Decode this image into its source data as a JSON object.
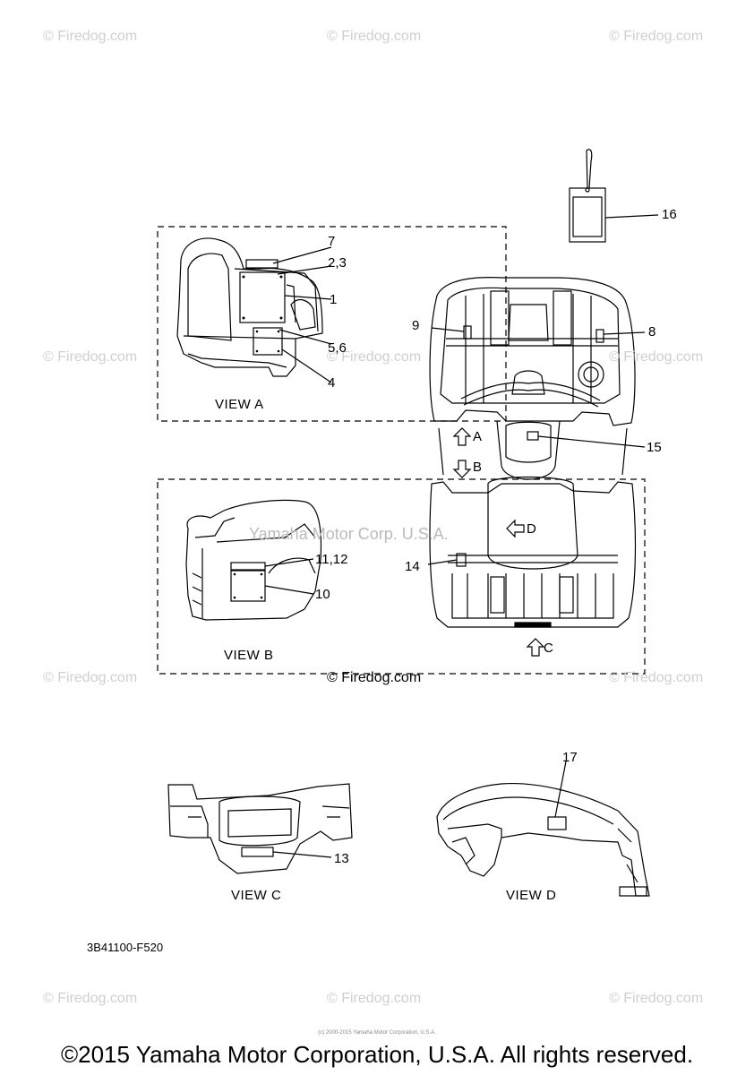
{
  "watermarks": {
    "firedog": "© Firedog.com",
    "yamaha_center": "Yamaha Motor Corp. U.S.A."
  },
  "callouts": {
    "c7": "7",
    "c23": "2,3",
    "c1": "1",
    "c56": "5,6",
    "c4": "4",
    "c9": "9",
    "c8": "8",
    "c15": "15",
    "c16": "16",
    "c1112": "11,12",
    "c10": "10",
    "c14": "14",
    "c13": "13",
    "c17": "17"
  },
  "arrows": {
    "a": "A",
    "b": "B",
    "c": "C",
    "d": "D"
  },
  "views": {
    "view_a": "VIEW A",
    "view_b": "VIEW B",
    "view_c": "VIEW C",
    "view_d": "VIEW D"
  },
  "part_number": "3B41100-F520",
  "footer": {
    "tiny": "(c) 2000-2015 Yamaha Motor Corporation, U.S.A.",
    "copyright": "©2015 Yamaha Motor Corporation, U.S.A. All rights reserved."
  }
}
